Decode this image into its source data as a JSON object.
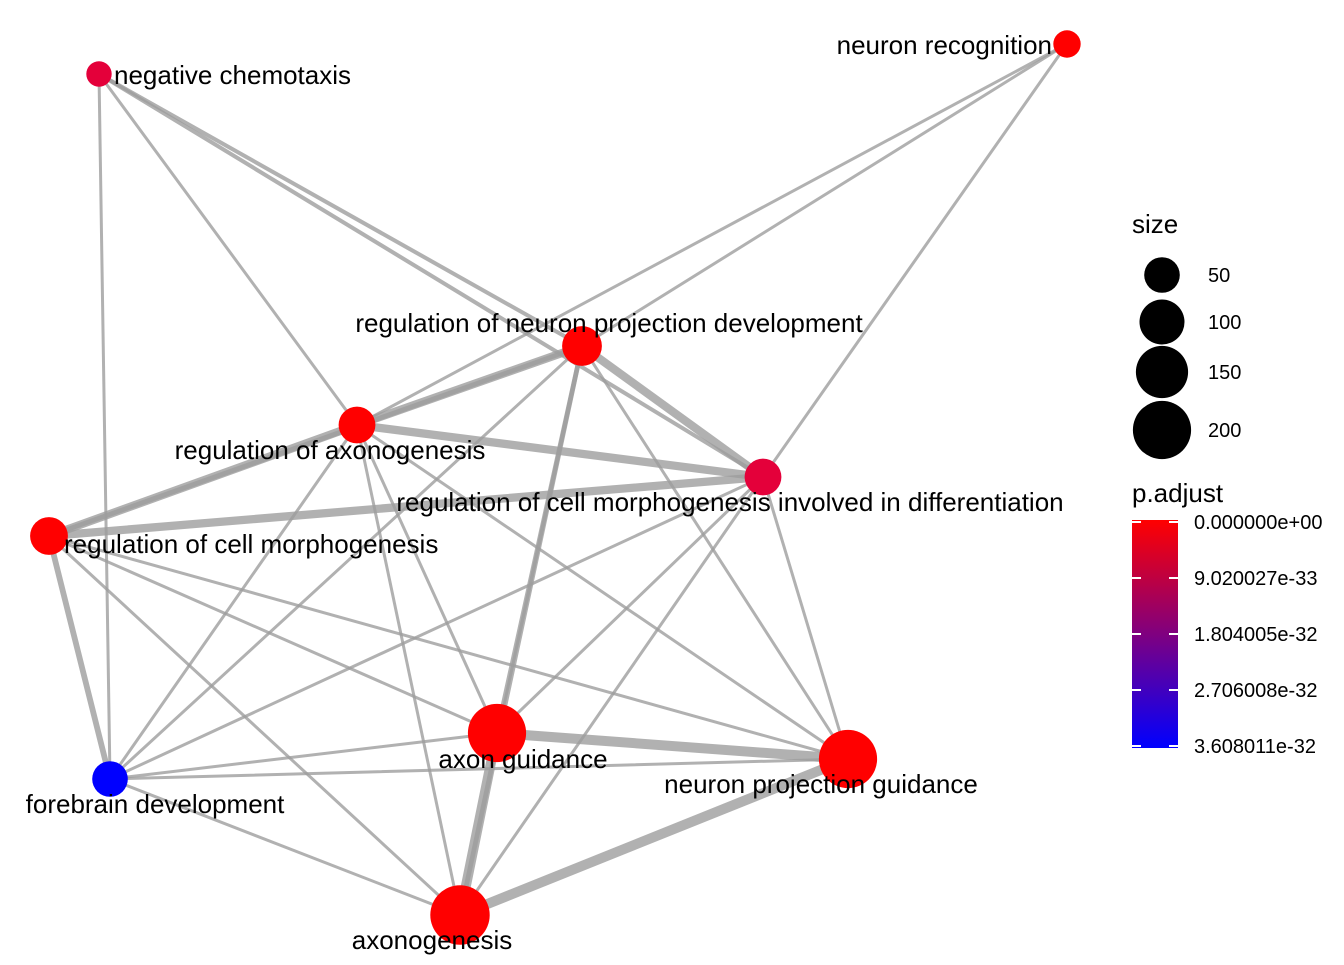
{
  "network": {
    "nodes": [
      {
        "id": "negative-chemotaxis",
        "label": "negative chemotaxis",
        "size": 15,
        "color": "#E4003A"
      },
      {
        "id": "neuron-recognition",
        "label": "neuron recognition",
        "size": 20,
        "color": "#FF0000"
      },
      {
        "id": "reg-neuron-proj-dev",
        "label": "regulation of neuron projection development",
        "size": 70,
        "color": "#FF0000"
      },
      {
        "id": "reg-axonogenesis",
        "label": "regulation of axonogenesis",
        "size": 55,
        "color": "#FF0000"
      },
      {
        "id": "reg-cell-morph-diff",
        "label": "regulation of cell morphogenesis involved in differentiation",
        "size": 55,
        "color": "#E4003A"
      },
      {
        "id": "reg-cell-morph",
        "label": "regulation of cell morphogenesis",
        "size": 60,
        "color": "#FF0000"
      },
      {
        "id": "axon-guidance",
        "label": "axon guidance",
        "size": 200,
        "color": "#FF0000"
      },
      {
        "id": "neuron-proj-guidance",
        "label": "neuron projection guidance",
        "size": 200,
        "color": "#FF0000"
      },
      {
        "id": "forebrain-dev",
        "label": "forebrain development",
        "size": 50,
        "color": "#0000FF"
      },
      {
        "id": "axonogenesis",
        "label": "axonogenesis",
        "size": 210,
        "color": "#FF0000"
      }
    ],
    "edges": [
      {
        "from": "negative-chemotaxis",
        "to": "forebrain-dev",
        "weight": 1
      },
      {
        "from": "negative-chemotaxis",
        "to": "reg-axonogenesis",
        "weight": 1
      },
      {
        "from": "negative-chemotaxis",
        "to": "reg-neuron-proj-dev",
        "weight": 1.3
      },
      {
        "from": "negative-chemotaxis",
        "to": "reg-cell-morph-diff",
        "weight": 1.3
      },
      {
        "from": "neuron-recognition",
        "to": "reg-axonogenesis",
        "weight": 1
      },
      {
        "from": "neuron-recognition",
        "to": "reg-neuron-proj-dev",
        "weight": 1
      },
      {
        "from": "neuron-recognition",
        "to": "reg-cell-morph-diff",
        "weight": 1
      },
      {
        "from": "reg-neuron-proj-dev",
        "to": "reg-axonogenesis",
        "weight": 2.5
      },
      {
        "from": "reg-neuron-proj-dev",
        "to": "reg-cell-morph-diff",
        "weight": 2.5
      },
      {
        "from": "reg-neuron-proj-dev",
        "to": "reg-cell-morph",
        "weight": 1.5
      },
      {
        "from": "reg-neuron-proj-dev",
        "to": "axon-guidance",
        "weight": 1.5
      },
      {
        "from": "reg-neuron-proj-dev",
        "to": "axonogenesis",
        "weight": 1.5
      },
      {
        "from": "reg-neuron-proj-dev",
        "to": "neuron-proj-guidance",
        "weight": 1
      },
      {
        "from": "reg-neuron-proj-dev",
        "to": "forebrain-dev",
        "weight": 1
      },
      {
        "from": "reg-axonogenesis",
        "to": "reg-cell-morph-diff",
        "weight": 2.5
      },
      {
        "from": "reg-axonogenesis",
        "to": "reg-cell-morph",
        "weight": 2.5
      },
      {
        "from": "reg-axonogenesis",
        "to": "axon-guidance",
        "weight": 1
      },
      {
        "from": "reg-axonogenesis",
        "to": "axonogenesis",
        "weight": 1
      },
      {
        "from": "reg-axonogenesis",
        "to": "neuron-proj-guidance",
        "weight": 1
      },
      {
        "from": "reg-axonogenesis",
        "to": "forebrain-dev",
        "weight": 1
      },
      {
        "from": "reg-cell-morph-diff",
        "to": "reg-cell-morph",
        "weight": 2.5
      },
      {
        "from": "reg-cell-morph-diff",
        "to": "axon-guidance",
        "weight": 1
      },
      {
        "from": "reg-cell-morph-diff",
        "to": "axonogenesis",
        "weight": 1
      },
      {
        "from": "reg-cell-morph-diff",
        "to": "neuron-proj-guidance",
        "weight": 1
      },
      {
        "from": "reg-cell-morph-diff",
        "to": "forebrain-dev",
        "weight": 1
      },
      {
        "from": "reg-cell-morph",
        "to": "forebrain-dev",
        "weight": 1.8
      },
      {
        "from": "reg-cell-morph",
        "to": "axon-guidance",
        "weight": 1
      },
      {
        "from": "reg-cell-morph",
        "to": "axonogenesis",
        "weight": 1
      },
      {
        "from": "reg-cell-morph",
        "to": "neuron-proj-guidance",
        "weight": 1
      },
      {
        "from": "axon-guidance",
        "to": "neuron-proj-guidance",
        "weight": 3
      },
      {
        "from": "axon-guidance",
        "to": "axonogenesis",
        "weight": 3
      },
      {
        "from": "axon-guidance",
        "to": "forebrain-dev",
        "weight": 1
      },
      {
        "from": "neuron-proj-guidance",
        "to": "axonogenesis",
        "weight": 3
      },
      {
        "from": "neuron-proj-guidance",
        "to": "forebrain-dev",
        "weight": 1
      },
      {
        "from": "forebrain-dev",
        "to": "axonogenesis",
        "weight": 1
      }
    ]
  },
  "legend": {
    "size": {
      "title": "size",
      "items": [
        {
          "label": "50",
          "value": 50
        },
        {
          "label": "100",
          "value": 100
        },
        {
          "label": "150",
          "value": 150
        },
        {
          "label": "200",
          "value": 200
        }
      ]
    },
    "color": {
      "title": "p.adjust",
      "low_color": "#FF0000",
      "high_color": "#0000FF",
      "ticks": [
        "0.000000e+00",
        "9.020027e-33",
        "1.804005e-32",
        "2.706008e-32",
        "3.608011e-32"
      ]
    }
  },
  "colors": {
    "edge": "#9E9E9E",
    "node_dot": "#000000"
  }
}
